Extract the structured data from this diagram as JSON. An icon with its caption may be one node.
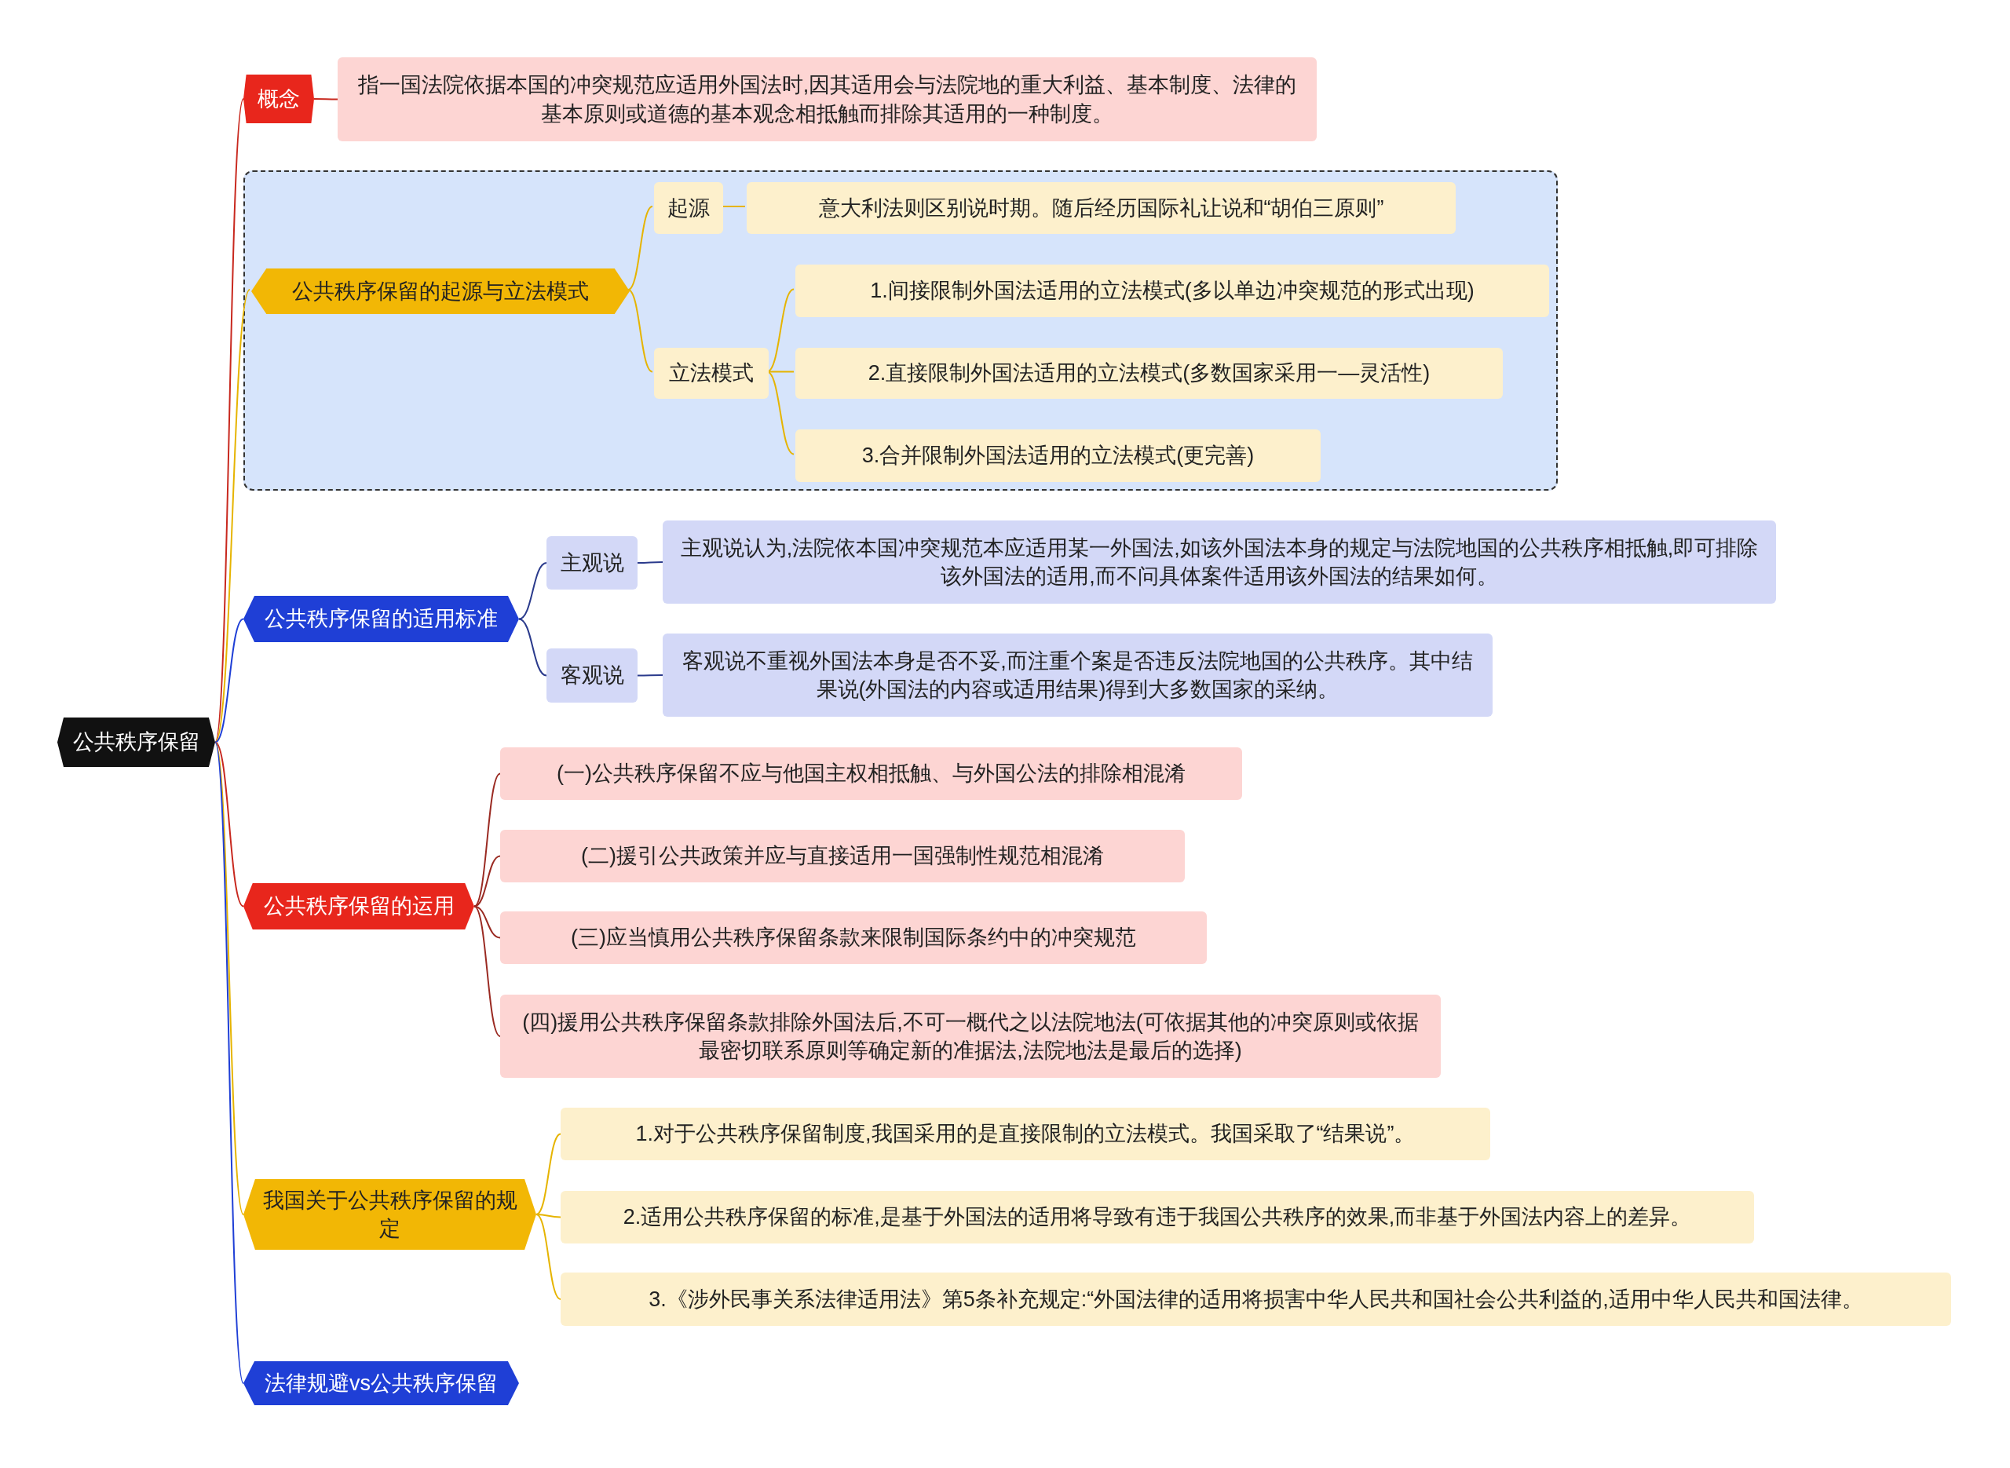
{
  "diagram": {
    "nodes": [
      {
        "text": [
          "公共秩序保留"
        ]
      },
      {
        "text": [
          "概念"
        ]
      },
      {
        "text": [
          "指一国法院依据本国的冲突规范应适用外国法时,因其适用会与法院地的重大利益、基本制度、法律的基本原则或道德的基本观念相抵触而排除其适用的一种制度。"
        ]
      },
      {
        "text": [],
        "shape": "box"
      },
      {
        "text": [
          "公共秩序保留的起源与立法模式"
        ],
        "in": 3
      },
      {
        "text": [
          "起源"
        ],
        "in": 3
      },
      {
        "text": [
          "意大利法则区别说时期。随后经历国际礼让说和“胡伯三原则”"
        ],
        "in": 3
      },
      {
        "text": [
          "立法模式"
        ],
        "in": 3
      },
      {
        "text": [
          "1.间接限制外国法适用的立法模式(多以单边冲突规范的形式出现)"
        ],
        "in": 3
      },
      {
        "text": [
          "2.直接限制外国法适用的立法模式(多数国家采用一—灵活性)"
        ],
        "in": 3
      },
      {
        "text": [
          "3.合并限制外国法适用的立法模式(更完善)"
        ],
        "in": 3
      },
      {
        "text": [
          "公共秩序保留的适用标准"
        ]
      },
      {
        "text": [
          "主观说"
        ]
      },
      {
        "text": [
          "主观说认为,法院依本国冲突规范本应适用某一外国法,如该外国法本身的规定与法院地国的公共秩序相抵触,即可排除该外国法的适用,而不问具体案件适用该外国法的结果如何。"
        ]
      },
      {
        "text": [
          "客观说"
        ]
      },
      {
        "text": [
          "客观说不重视外国法本身是否不妥,而注重个案是否违反法院地国的公共秩序。其中结果说(外国法的内容或适用结果)得到大多数国家的采纳。"
        ]
      },
      {
        "text": [
          "公共秩序保留的运用"
        ]
      },
      {
        "text": [
          "(一)公共秩序保留不应与他国主权相抵触、与外国公法的排除相混淆"
        ]
      },
      {
        "text": [
          "(二)援引公共政策并应与直接适用一国强制性规范相混淆"
        ]
      },
      {
        "text": [
          "(三)应当慎用公共秩序保留条款来限制国际条约中的冲突规范"
        ]
      },
      {
        "text": [
          "(四)援用公共秩序保留条款排除外国法后,不可一概代之以法院地法(可依据其他的冲突原则或依据最密切联系原则等确定新的准据法,法院地法是最后的选择)"
        ]
      },
      {
        "text": [
          "我国关于公共秩序保留的规定"
        ]
      },
      {
        "text": [
          "1.对于公共秩序保留制度,我国采用的是直接限制的立法模式。我国采取了“结果说”。"
        ]
      },
      {
        "text": [
          "2.适用公共秩序保留的标准,是基于外国法的适用将导致有违于我国公共秩序的效果,而非基于外国法内容上的差异。"
        ]
      },
      {
        "text": [
          "3.《涉外民事关系法律适用法》第5条补充规定:“外国法律的适用将损害中华人民共和国社会公共利益的,适用中华人民共和国法律。"
        ]
      },
      {
        "text": [
          "法律规避vs公共秩序保留"
        ]
      }
    ],
    "edges": [
      {
        "from": 0,
        "to": 1,
        "arrow": "none",
        "color": "#c8281e"
      },
      {
        "from": 1,
        "to": 2,
        "arrow": "none",
        "color": "#c8281e"
      },
      {
        "from": 0,
        "to": 4,
        "arrow": "none",
        "color": "#e6b400"
      },
      {
        "from": 4,
        "to": 5,
        "arrow": "none",
        "color": "#e6b400"
      },
      {
        "from": 5,
        "to": 6,
        "arrow": "none",
        "color": "#e6b400"
      },
      {
        "from": 4,
        "to": 7,
        "arrow": "none",
        "color": "#e6b400"
      },
      {
        "from": 7,
        "to": 8,
        "arrow": "none",
        "color": "#e6b400"
      },
      {
        "from": 7,
        "to": 9,
        "arrow": "none",
        "color": "#e6b400"
      },
      {
        "from": 7,
        "to": 10,
        "arrow": "none",
        "color": "#e6b400"
      },
      {
        "from": 0,
        "to": 11,
        "arrow": "none",
        "color": "#1f3fd6"
      },
      {
        "from": 11,
        "to": 12,
        "arrow": "none",
        "color": "#2a3a8c"
      },
      {
        "from": 12,
        "to": 13,
        "arrow": "none",
        "color": "#2a3a8c"
      },
      {
        "from": 11,
        "to": 14,
        "arrow": "none",
        "color": "#2a3a8c"
      },
      {
        "from": 14,
        "to": 15,
        "arrow": "none",
        "color": "#2a3a8c"
      },
      {
        "from": 0,
        "to": 16,
        "arrow": "none",
        "color": "#c8281e"
      },
      {
        "from": 16,
        "to": 17,
        "arrow": "none",
        "color": "#9a2a22"
      },
      {
        "from": 16,
        "to": 18,
        "arrow": "none",
        "color": "#9a2a22"
      },
      {
        "from": 16,
        "to": 19,
        "arrow": "none",
        "color": "#9a2a22"
      },
      {
        "from": 16,
        "to": 20,
        "arrow": "none",
        "color": "#9a2a22"
      },
      {
        "from": 0,
        "to": 21,
        "arrow": "none",
        "color": "#e6b400"
      },
      {
        "from": 21,
        "to": 22,
        "arrow": "none",
        "color": "#e6b400"
      },
      {
        "from": 21,
        "to": 23,
        "arrow": "none",
        "color": "#e6b400"
      },
      {
        "from": 21,
        "to": 24,
        "arrow": "none",
        "color": "#e6b400"
      },
      {
        "from": 0,
        "to": 25,
        "arrow": "none",
        "color": "#1f3fd6"
      }
    ]
  }
}
